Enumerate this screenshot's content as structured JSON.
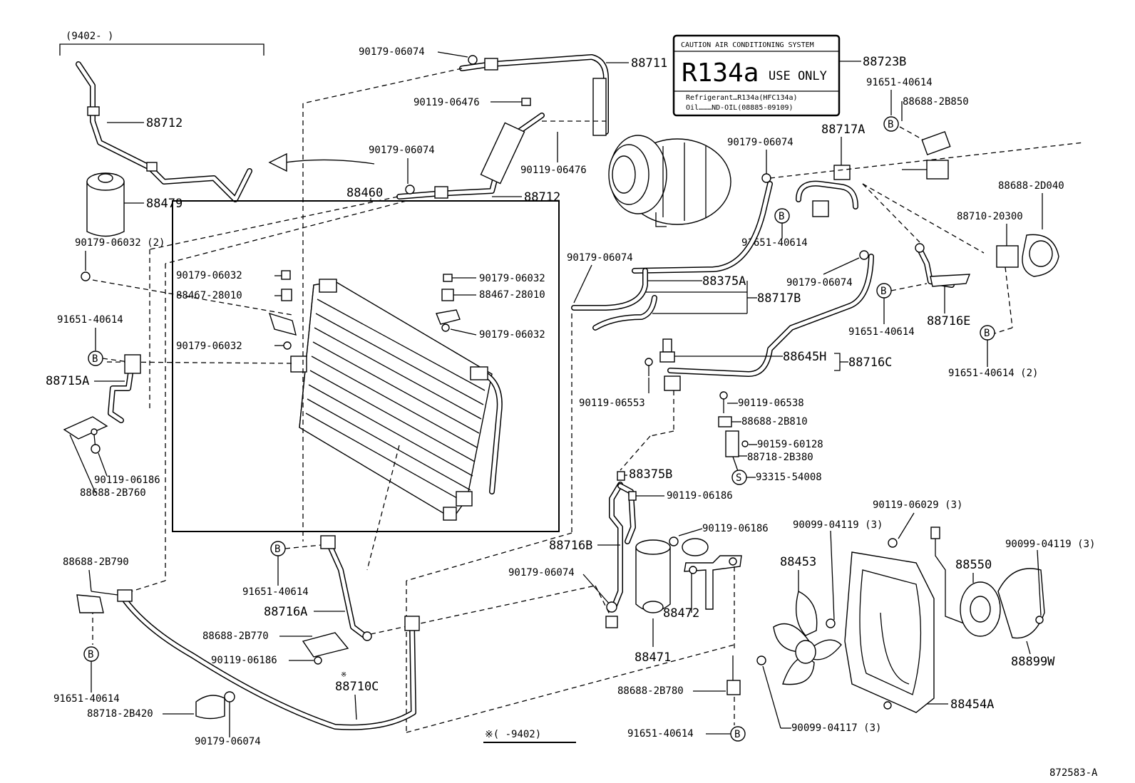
{
  "caution_label": {
    "header": "CAUTION  AIR CONDITIONING SYSTEM",
    "big": "R134a",
    "use_only": "USE ONLY",
    "line1": "Refrigerant…R134a(HFC134a)",
    "line2": "Oil………ND-OIL(08885-09109)"
  },
  "callouts": {
    "ref_top": "(9402-      )",
    "ref_bottom": "※(    -9402)",
    "figure_id": "872583-A",
    "p88711": "88711",
    "p88712_top": "88712",
    "p88712_mid": "88712",
    "p88479": "88479",
    "p88723B": "88723B",
    "p88460": "88460",
    "p88717A": "88717A",
    "p88375A": "88375A",
    "p88717B": "88717B",
    "p88716E": "88716E",
    "p88645H": "88645H",
    "p88716C": "88716C",
    "p88715A": "88715A",
    "p88375B": "88375B",
    "p88716B": "88716B",
    "p88716A": "88716A",
    "p88710C": "88710C",
    "p88472": "88472",
    "p88471": "88471",
    "p88453": "88453",
    "p88550": "88550",
    "p88454A": "88454A",
    "p88899W": "88899W",
    "c90179_06074_a": "90179-06074",
    "c90119_06476_a": "90119-06476",
    "c90179_06074_b": "90179-06074",
    "c90119_06476_b": "90119-06476",
    "c90179_06032_2": "90179-06032 (2)",
    "c91651_40614_a": "91651-40614",
    "c88688_2B850": "88688-2B850",
    "c90179_06074_c": "90179-06074",
    "c91651_40614_b": "91651-40614",
    "c88688_2D040": "88688-2D040",
    "c88710_20300": "88710-20300",
    "c90179_06074_d": "90179-06074",
    "c90179_06074_e": "90179-06074",
    "c91651_40614_c": "91651-40614",
    "c91651_40614_2": "91651-40614 (2)",
    "c90179_06032_a": "90179-06032",
    "c88467_28010_a": "88467-28010",
    "c90179_06032_b": "90179-06032",
    "c90179_06032_c": "90179-06032",
    "c88467_28010_b": "88467-28010",
    "c90179_06032_d": "90179-06032",
    "c91651_40614_d": "91651-40614",
    "c90119_06186_a": "90119-06186",
    "c88688_2B760": "88688-2B760",
    "c90119_06553": "90119-06553",
    "c90119_06538": "90119-06538",
    "c88688_2B810": "88688-2B810",
    "c90159_60128": "90159-60128",
    "c88718_2B380": "88718-2B380",
    "c93315_54008": "93315-54008",
    "c90119_06186_b": "90119-06186",
    "c90119_06186_c": "90119-06186",
    "c90119_06029_3": "90119-06029 (3)",
    "c90099_04119_3a": "90099-04119 (3)",
    "c90099_04119_3b": "90099-04119 (3)",
    "c88688_2B790": "88688-2B790",
    "c91651_40614_e": "91651-40614",
    "c90179_06074_f": "90179-06074",
    "c88688_2B770": "88688-2B770",
    "c90119_06186_d": "90119-06186",
    "c91651_40614_f": "91651-40614",
    "c88718_2B420": "88718-2B420",
    "c90179_06074_g": "90179-06074",
    "c88688_2B780": "88688-2B780",
    "c91651_40614_g": "91651-40614",
    "c90099_04117_3": "90099-04117 (3)"
  },
  "badges": {
    "B": "B",
    "S": "S"
  }
}
